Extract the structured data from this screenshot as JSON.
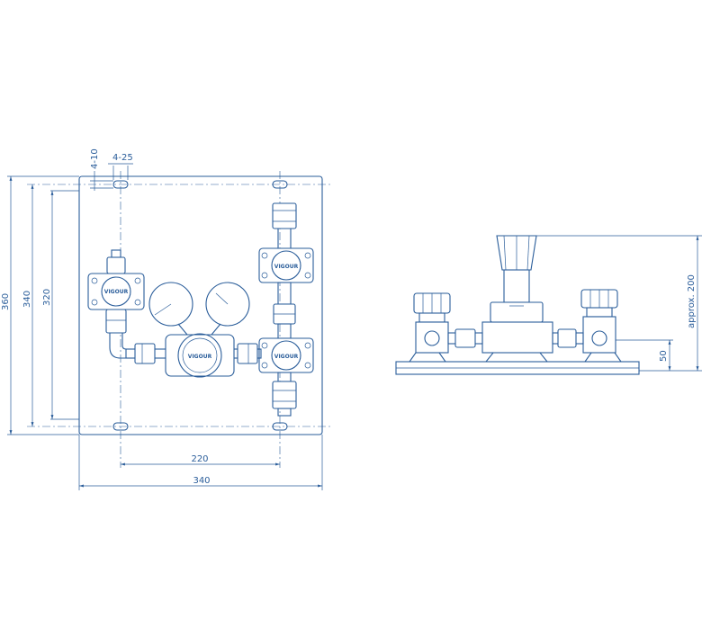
{
  "colors": {
    "line": "#2a5d9a",
    "background": "#ffffff"
  },
  "brand": "VIGOUR",
  "front_view": {
    "dims": {
      "slot_height": "4-10",
      "slot_width": "4-25",
      "overall_height": "360",
      "hole_height": "340",
      "inner_height": "320",
      "hole_spacing": "220",
      "overall_width": "340"
    }
  },
  "side_view": {
    "dims": {
      "total_height": "approx. 200",
      "base_height": "50"
    }
  }
}
